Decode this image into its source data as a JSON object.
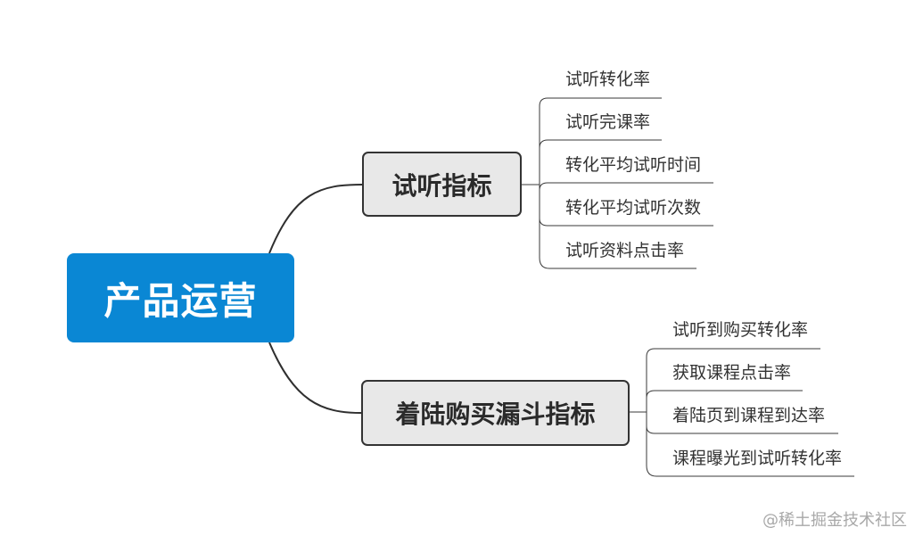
{
  "root": {
    "label": "产品运营"
  },
  "branches": [
    {
      "label": "试听指标",
      "leaves": [
        "试听转化率",
        "试听完课率",
        "转化平均试听时间",
        "转化平均试听次数",
        "试听资料点击率"
      ]
    },
    {
      "label": "着陆购买漏斗指标",
      "leaves": [
        "试听到购买转化率",
        "获取课程点击率",
        "着陆页到课程到达率",
        "课程曝光到试听转化率"
      ]
    }
  ],
  "watermark": "@稀土掘金技术社区",
  "colors": {
    "root_fill": "#0a87d4",
    "branch_fill": "#e8e8e8",
    "line": "#2f2f2f"
  }
}
